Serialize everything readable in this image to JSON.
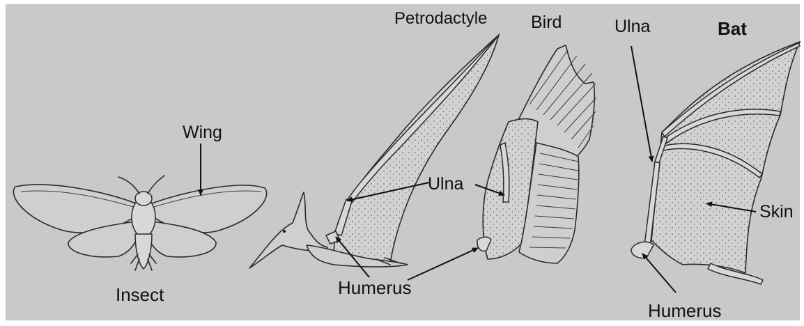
{
  "figure": {
    "animals": {
      "insect": "Insect",
      "petrodactyle": "Petrodactyle",
      "bird": "Bird",
      "bat": "Bat"
    },
    "parts": {
      "wing": "Wing",
      "ulna_center": "Ulna",
      "ulna_bat": "Ulna",
      "humerus_center": "Humerus",
      "humerus_bat": "Humerus",
      "skin": "Skin"
    },
    "colors": {
      "background": "#c9c9c9",
      "ink": "#111111"
    }
  }
}
